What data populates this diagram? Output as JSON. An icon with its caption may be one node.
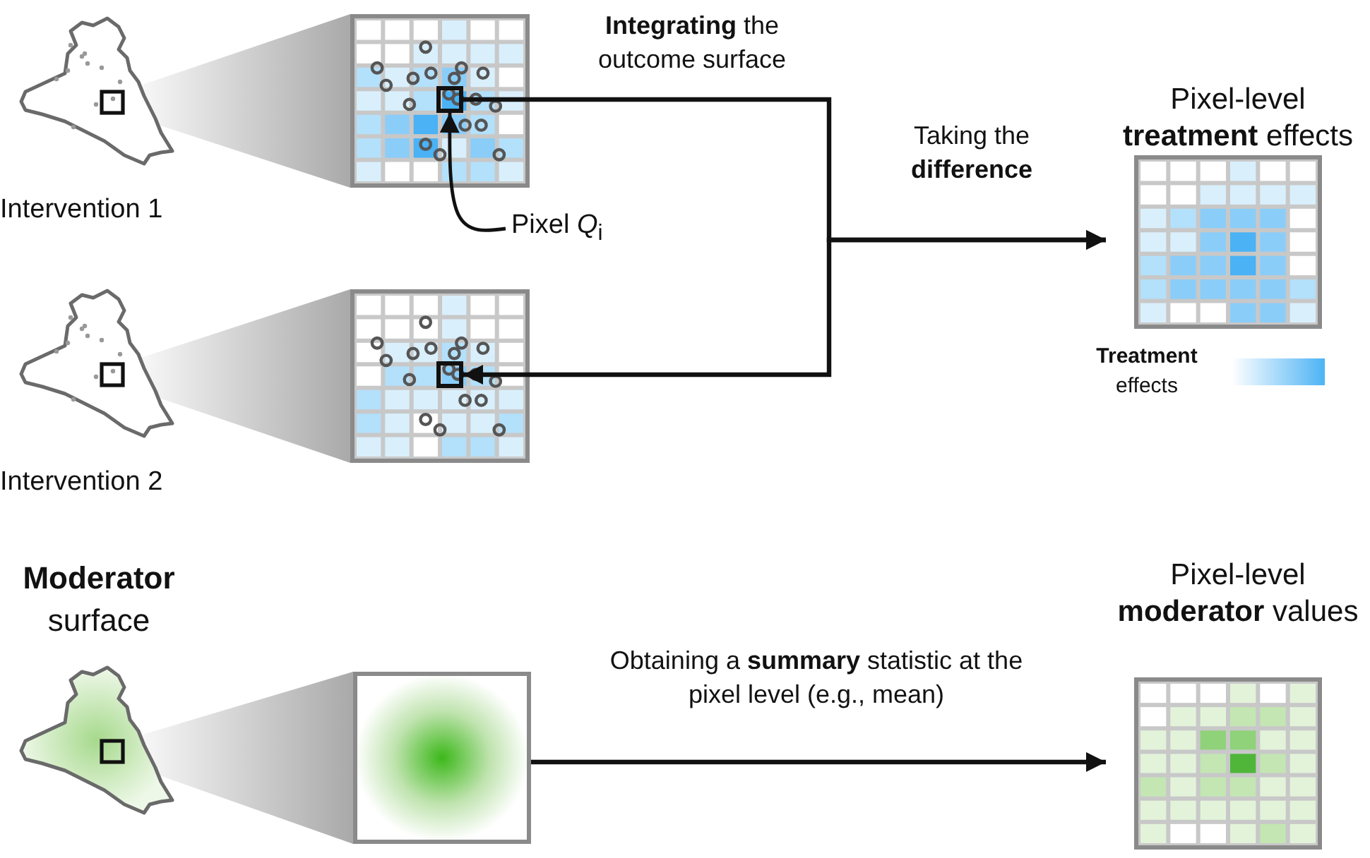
{
  "diagram": {
    "nodes": [
      {
        "text": [
          "Intervention 1"
        ]
      },
      {
        "text": [],
        "shape": "picture"
      },
      {
        "text": [],
        "shape": "box",
        "in": 1
      },
      {
        "text": [
          "Pixel *Q*$_{i}$"
        ]
      },
      {
        "text": [
          "Intervention 2"
        ]
      },
      {
        "text": [],
        "shape": "picture"
      },
      {
        "text": [],
        "shape": "box",
        "in": 5
      },
      {
        "text": [
          "Pixel-level **treatment** effects"
        ]
      },
      {
        "text": [
          "**Moderator** surface"
        ]
      },
      {
        "text": [],
        "shape": "picture"
      },
      {
        "text": [
          "Pixel-level **moderator** values"
        ]
      }
    ],
    "edges": [
      {
        "from": 2,
        "to": 7,
        "arrow": "to",
        "label": "**Integrating** the outcome surface"
      },
      {
        "from": 6,
        "to": 7,
        "arrow": "both",
        "label": "Taking the **difference**"
      },
      {
        "from": 3,
        "to": 2,
        "arrow": "to"
      },
      {
        "from": 9,
        "to": 10,
        "arrow": "to",
        "label": "Obtaining a **summary** statistic at the pixel level (e.g., mean)"
      }
    ],
    "legend": [
      {
        "text": "**Treatment** effects"
      }
    ]
  }
}
